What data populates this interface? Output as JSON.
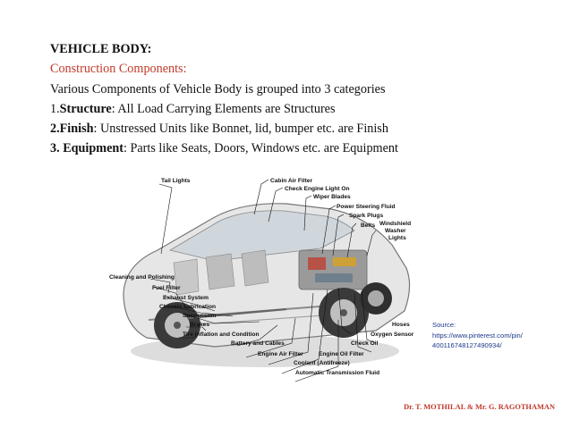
{
  "heading": "VEHICLE BODY:",
  "subheading": "Construction Components:",
  "intro": "Various Components of Vehicle Body is grouped into 3 categories",
  "items": [
    {
      "prefix": "1.",
      "term": "Structure",
      "text": ": All Load Carrying Elements are Structures"
    },
    {
      "prefix": "",
      "term": "2.Finish",
      "text": ": Unstressed Units like Bonnet, lid, bumper etc. are Finish"
    },
    {
      "prefix": "",
      "term": "3. Equipment",
      "text": ": Parts like Seats, Doors, Windows etc. are Equipment"
    }
  ],
  "figure": {
    "labels": {
      "tail_lights": "Tail Lights",
      "cabin_air_filter": "Cabin Air Filter",
      "check_engine_light": "Check Engine Light On",
      "wiper_blades": "Wiper Blades",
      "power_steering_fluid": "Power Steering Fluid",
      "spark_plugs": "Spark Plugs",
      "belts": "Belts",
      "windshield_washer_1": "Windshield",
      "windshield_washer_2": "Washer",
      "windshield_washer_3": "Lights",
      "cleaning_polishing": "Cleaning and Polishing",
      "fuel_filter": "Fuel Filter",
      "exhaust_system": "Exhaust System",
      "chassis_lubrication": "Chassis Lubrication",
      "suspension": "Suspension",
      "brakes": "Brakes",
      "tire_inflation": "Tire Inflation and Condition",
      "battery_cables": "Battery and Cables",
      "engine_air_filter": "Engine Air Filter",
      "engine_oil_filter": "Engine Oil Filter",
      "coolant": "Coolant (Antifreeze)",
      "auto_trans_fluid": "Automatic Transmission Fluid",
      "hoses": "Hoses",
      "oxygen_sensor": "Oxygen Sensor",
      "check_oil": "Check Oil"
    }
  },
  "source": {
    "label": "Source:",
    "url_line1": "https://www.pinterest.com/pin/",
    "url_line2": "400116748127490934/"
  },
  "footer": "Dr. T. MOTHILAL & Mr. G. RAGOTHAMAN"
}
